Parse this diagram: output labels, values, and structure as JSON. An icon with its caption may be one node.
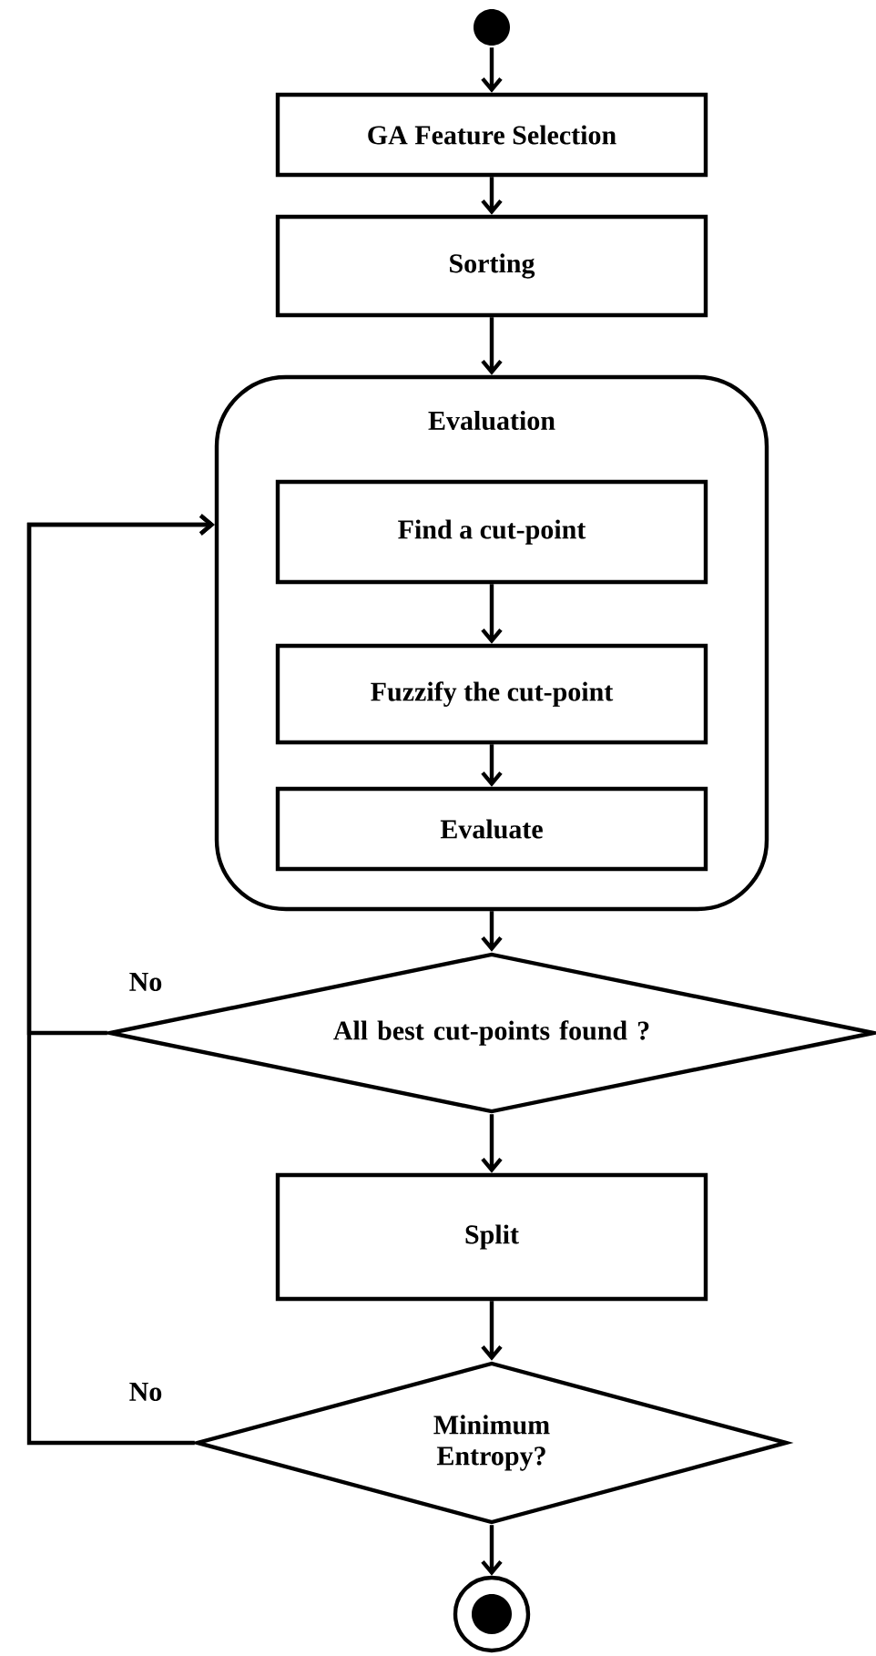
{
  "diagram": {
    "nodes": [
      {
        "text": [],
        "shape": "circle"
      },
      {
        "text": [
          "GA Feature Selection"
        ]
      },
      {
        "text": [
          "Sorting"
        ]
      },
      {
        "text": [
          "Evaluation"
        ]
      },
      {
        "text": [
          "Find a cut-point"
        ],
        "in": 3
      },
      {
        "text": [
          "Fuzzify the cut-point"
        ],
        "in": 3
      },
      {
        "text": [
          "Evaluate"
        ],
        "in": 3
      },
      {
        "text": [
          "All best cut-points found ?"
        ]
      },
      {
        "text": [
          "Split"
        ]
      },
      {
        "text": [
          "Minimum Entropy?"
        ]
      },
      {
        "text": [],
        "shape": "circle"
      }
    ],
    "edges": [
      {
        "from": 0,
        "to": 1,
        "arrow": "to"
      },
      {
        "from": 1,
        "to": 2,
        "arrow": "to"
      },
      {
        "from": 2,
        "to": 3,
        "arrow": "to"
      },
      {
        "from": 4,
        "to": 5,
        "arrow": "to"
      },
      {
        "from": 5,
        "to": 6,
        "arrow": "to"
      },
      {
        "from": 3,
        "to": 7,
        "arrow": "to"
      },
      {
        "from": 7,
        "to": 3,
        "arrow": "to",
        "label": "No"
      },
      {
        "from": 7,
        "to": 8,
        "arrow": "to"
      },
      {
        "from": 8,
        "to": 9,
        "arrow": "to"
      },
      {
        "from": 9,
        "to": 3,
        "arrow": "to",
        "label": "No"
      },
      {
        "from": 9,
        "to": 10,
        "arrow": "to"
      }
    ]
  }
}
